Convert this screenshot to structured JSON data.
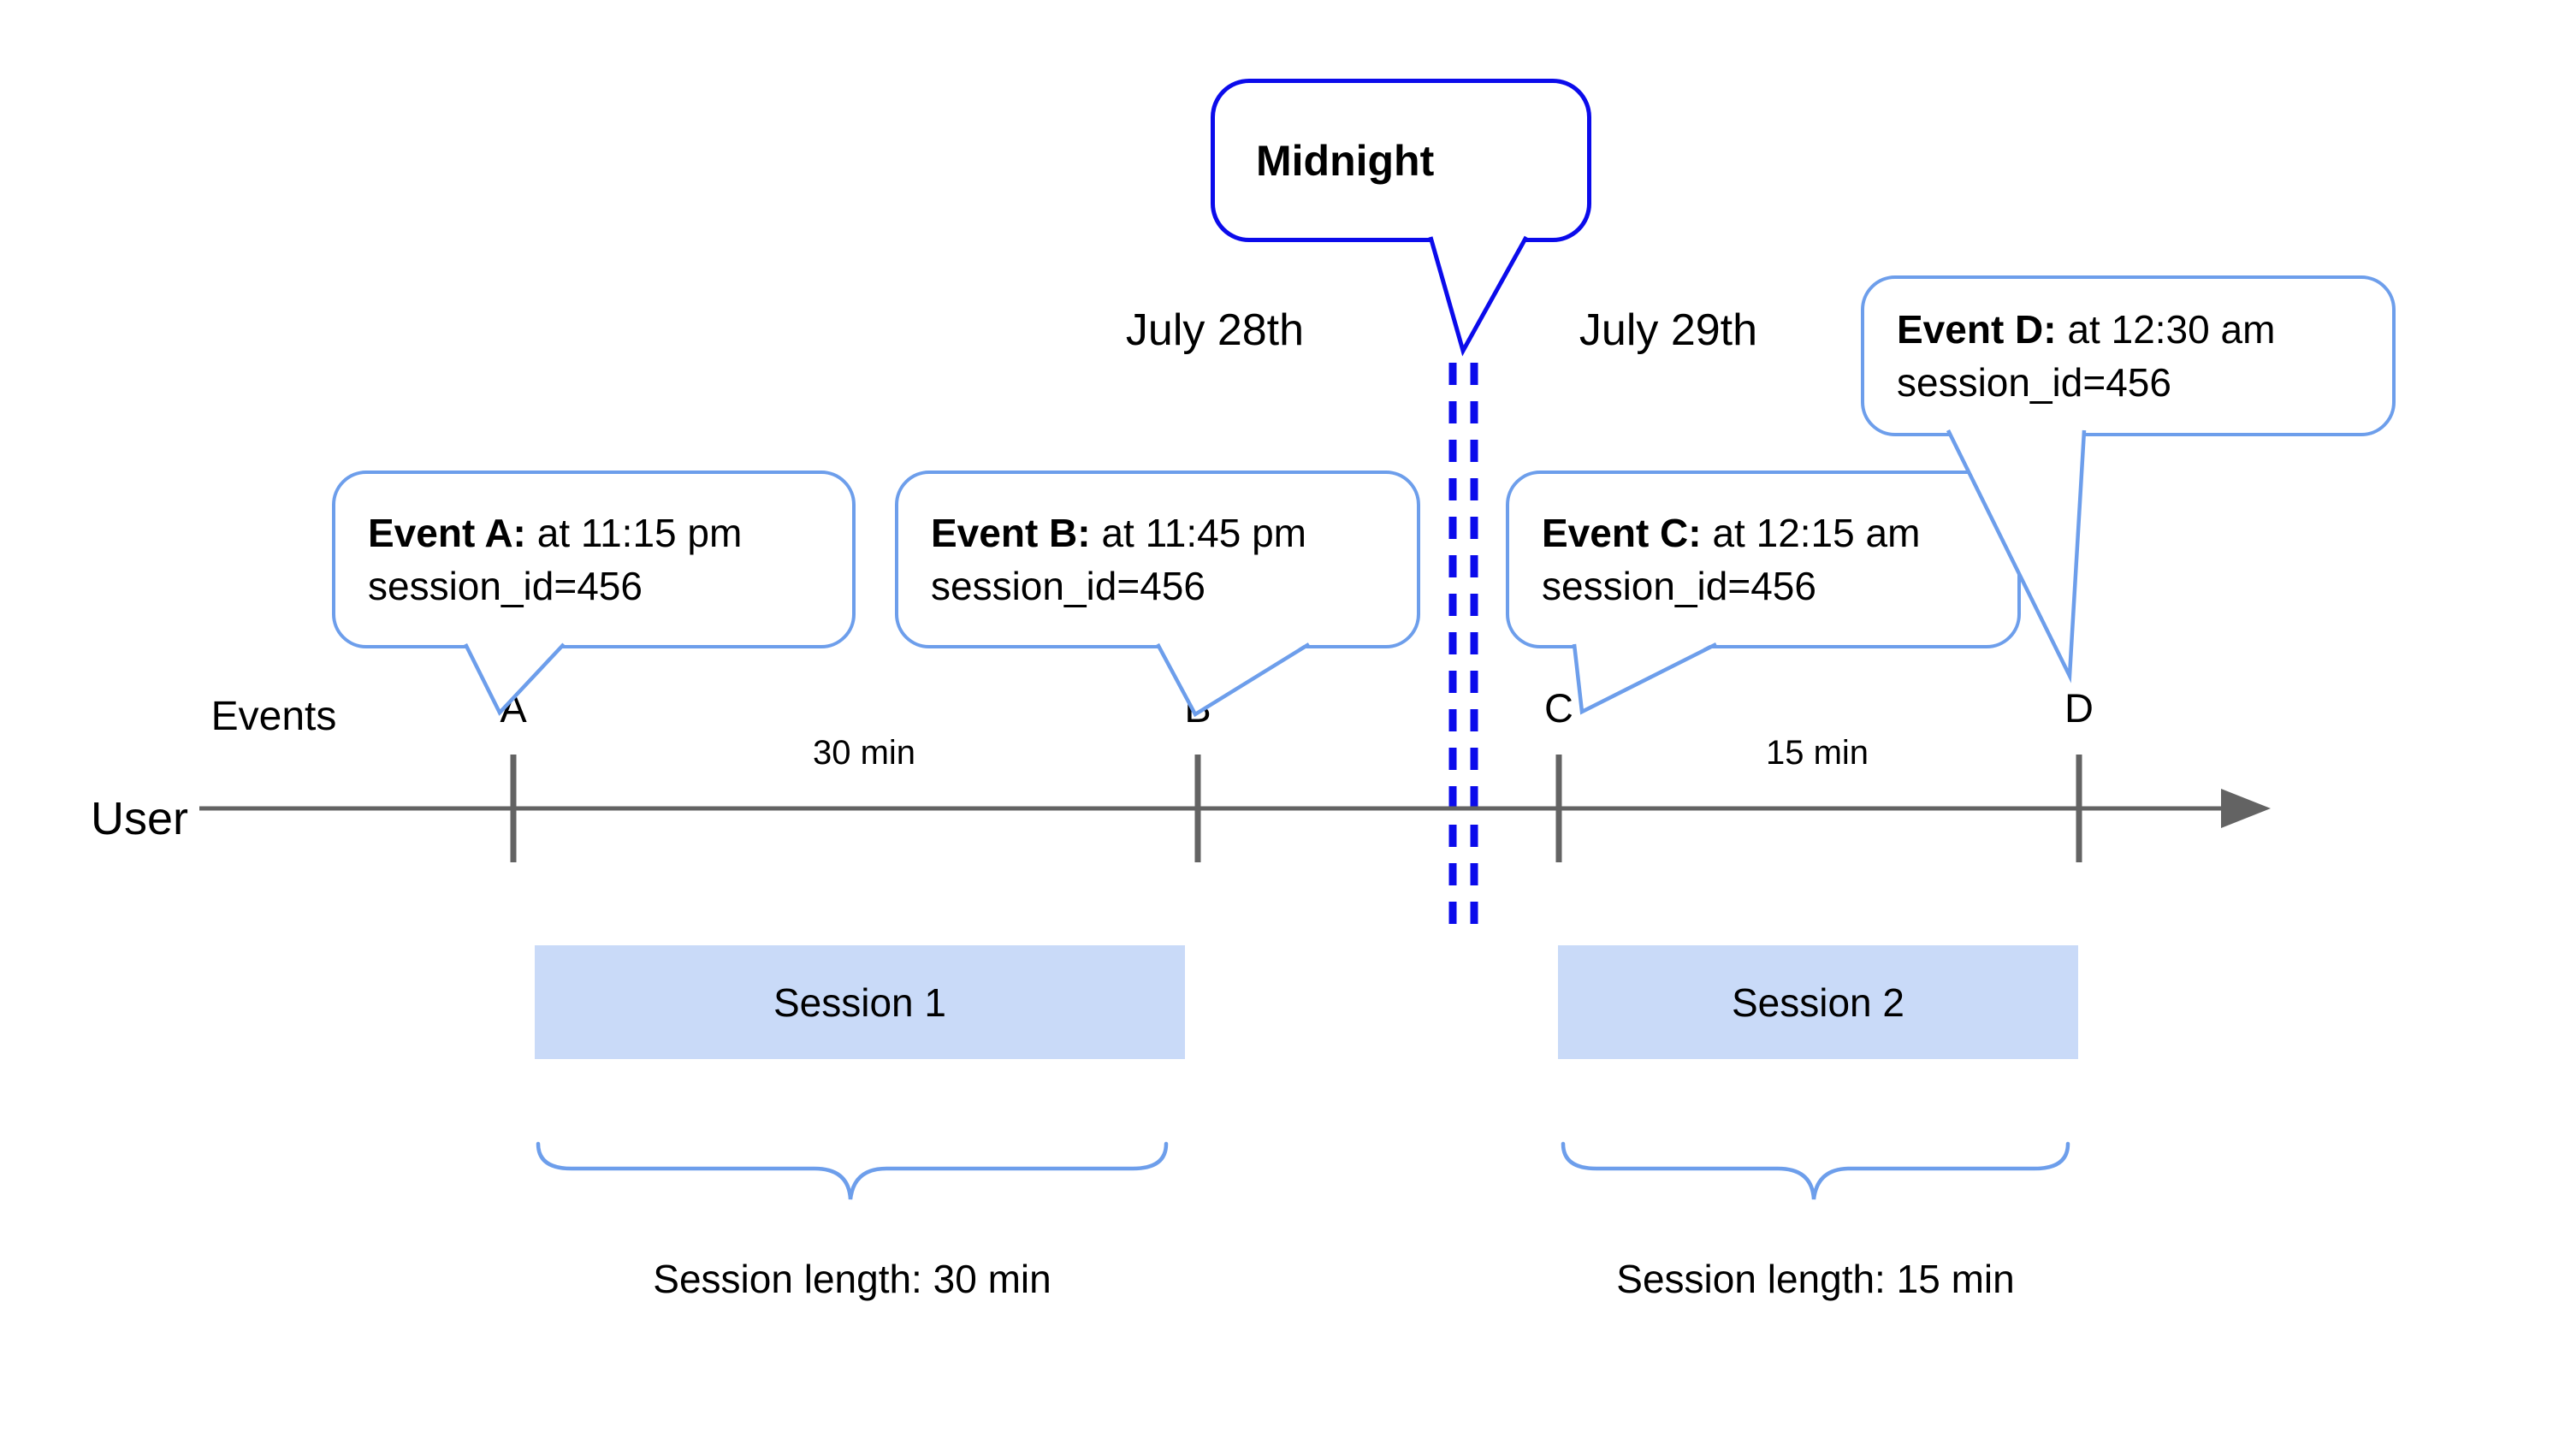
{
  "midnight_callout": {
    "label": "Midnight"
  },
  "date_labels": {
    "july28": "July 28th",
    "july29": "July 29th"
  },
  "event_callouts": [
    {
      "letter": "A",
      "title": "Event A:",
      "time": "at 11:15 pm",
      "session": "session_id=456"
    },
    {
      "letter": "B",
      "title": "Event B:",
      "time": "at 11:45 pm",
      "session": "session_id=456"
    },
    {
      "letter": "C",
      "title": "Event C:",
      "time": "at 12:15 am",
      "session": "session_id=456"
    },
    {
      "letter": "D",
      "title": "Event D:",
      "time": "at 12:30 am",
      "session": "session_id=456"
    }
  ],
  "axis_labels": {
    "events": "Events",
    "user": "User"
  },
  "interval_labels": {
    "a_to_b": "30 min",
    "c_to_d": "15 min"
  },
  "sessions": [
    {
      "label": "Session 1",
      "length_label": "Session length: 30 min"
    },
    {
      "label": "Session 2",
      "length_label": "Session length: 15 min"
    }
  ],
  "colors": {
    "midnight_blue": "#0b0beb",
    "callout_blue": "#6d9eeb",
    "session_fill": "#c9daf8",
    "timeline_gray": "#636363"
  }
}
